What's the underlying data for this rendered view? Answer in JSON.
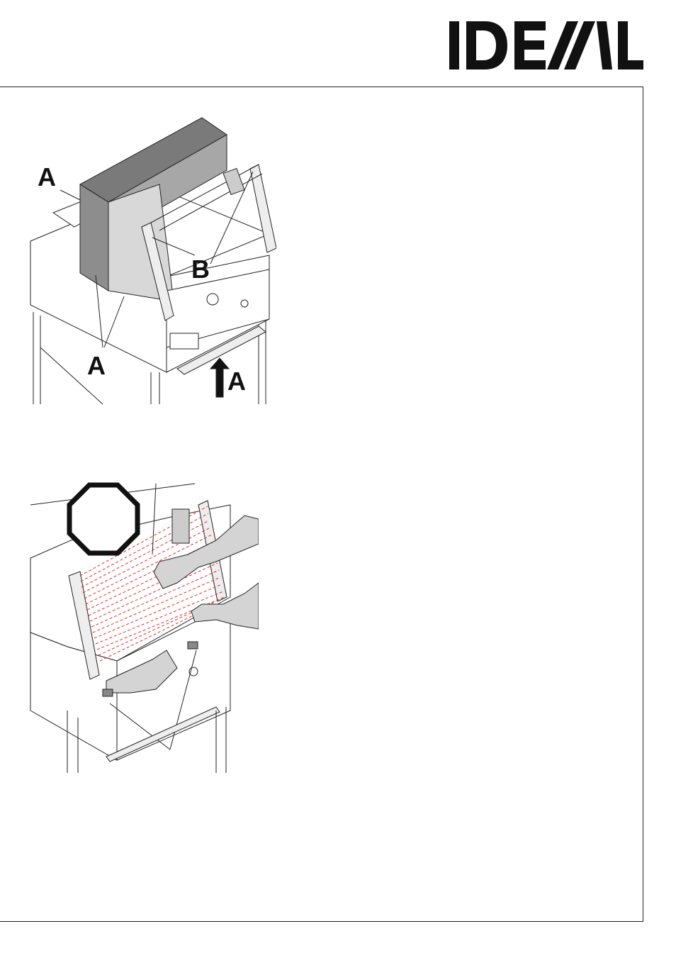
{
  "header": {
    "brand": "IDEAL"
  },
  "figure_top": {
    "callouts": {
      "a_top": "A",
      "b": "B",
      "a_bottom": "A",
      "a_arrow": "A"
    }
  },
  "figure_bottom": {
    "stop_sign_text": ""
  }
}
